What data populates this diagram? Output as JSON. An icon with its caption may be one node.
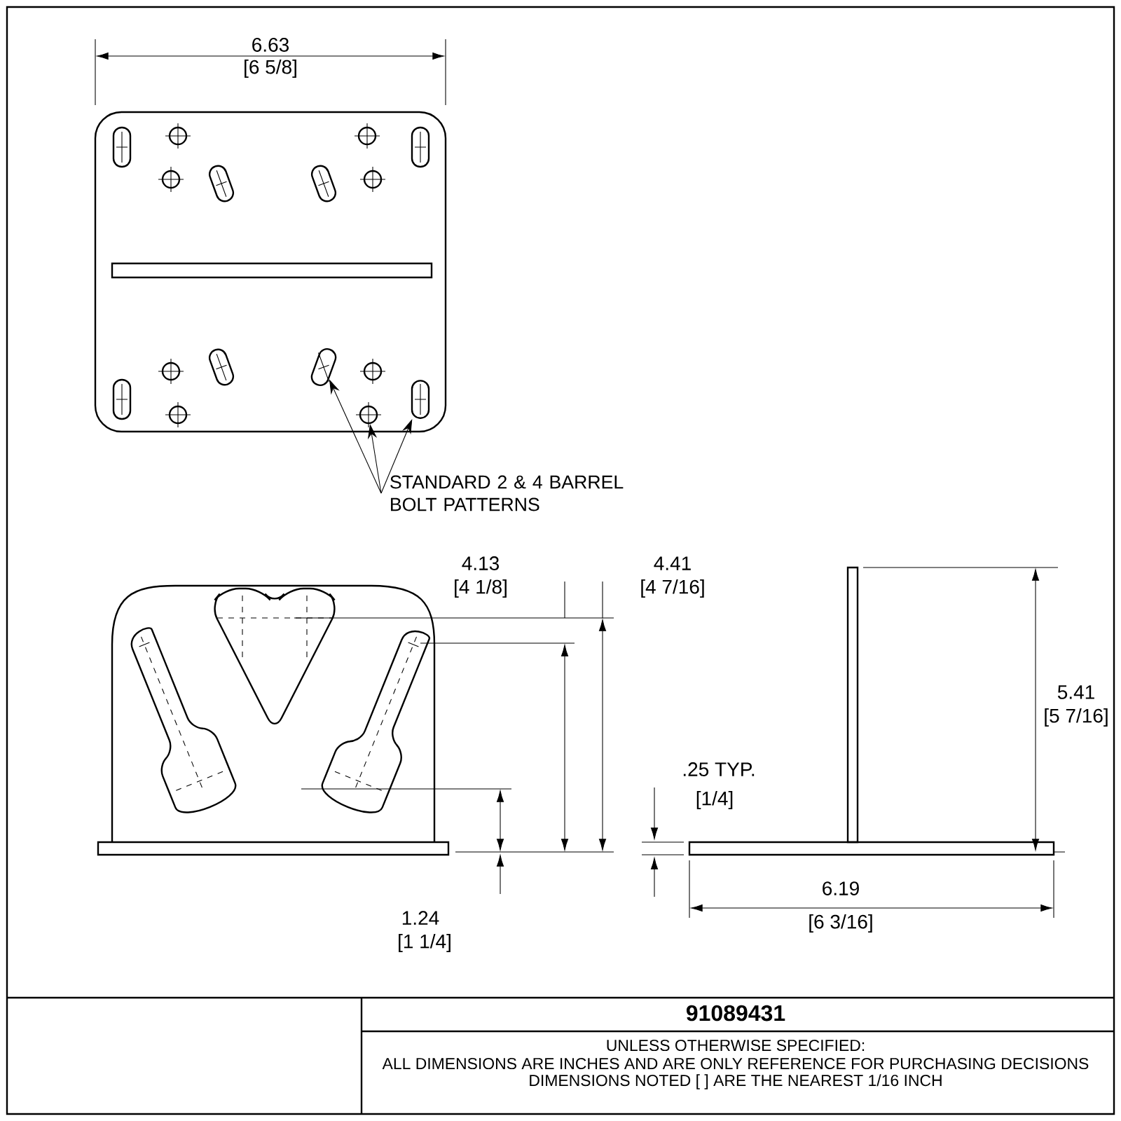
{
  "diagram": {
    "nodes": [
      {
        "text": [
          "STANDARD 2 & 4 BARREL BOLT PATTERNS"
        ]
      },
      {
        "text": [],
        "shape": "slot"
      },
      {
        "text": [],
        "shape": "circle"
      },
      {
        "text": [],
        "shape": "slot"
      }
    ],
    "edges": [
      {
        "from": 0,
        "to": 1,
        "arrow": "to"
      },
      {
        "from": 0,
        "to": 2,
        "arrow": "to"
      },
      {
        "from": 0,
        "to": 3,
        "arrow": "to"
      }
    ],
    "labels": [
      "6.63",
      "[6 5/8]",
      "4.13",
      "[4 1/8]",
      "4.41",
      "[4 7/16]",
      "5.41",
      "[5 7/16]",
      ".25 TYP.",
      "[1/4]",
      "1.24",
      "[1 1/4]",
      "6.19",
      "[6 3/16]",
      "91089431",
      "UNLESS OTHERWISE SPECIFIED:",
      "ALL DIMENSIONS ARE INCHES AND ARE ONLY REFERENCE FOR PURCHASING DECISIONS",
      "DIMENSIONS NOTED [ ] ARE THE NEAREST 1/16 INCH"
    ]
  }
}
